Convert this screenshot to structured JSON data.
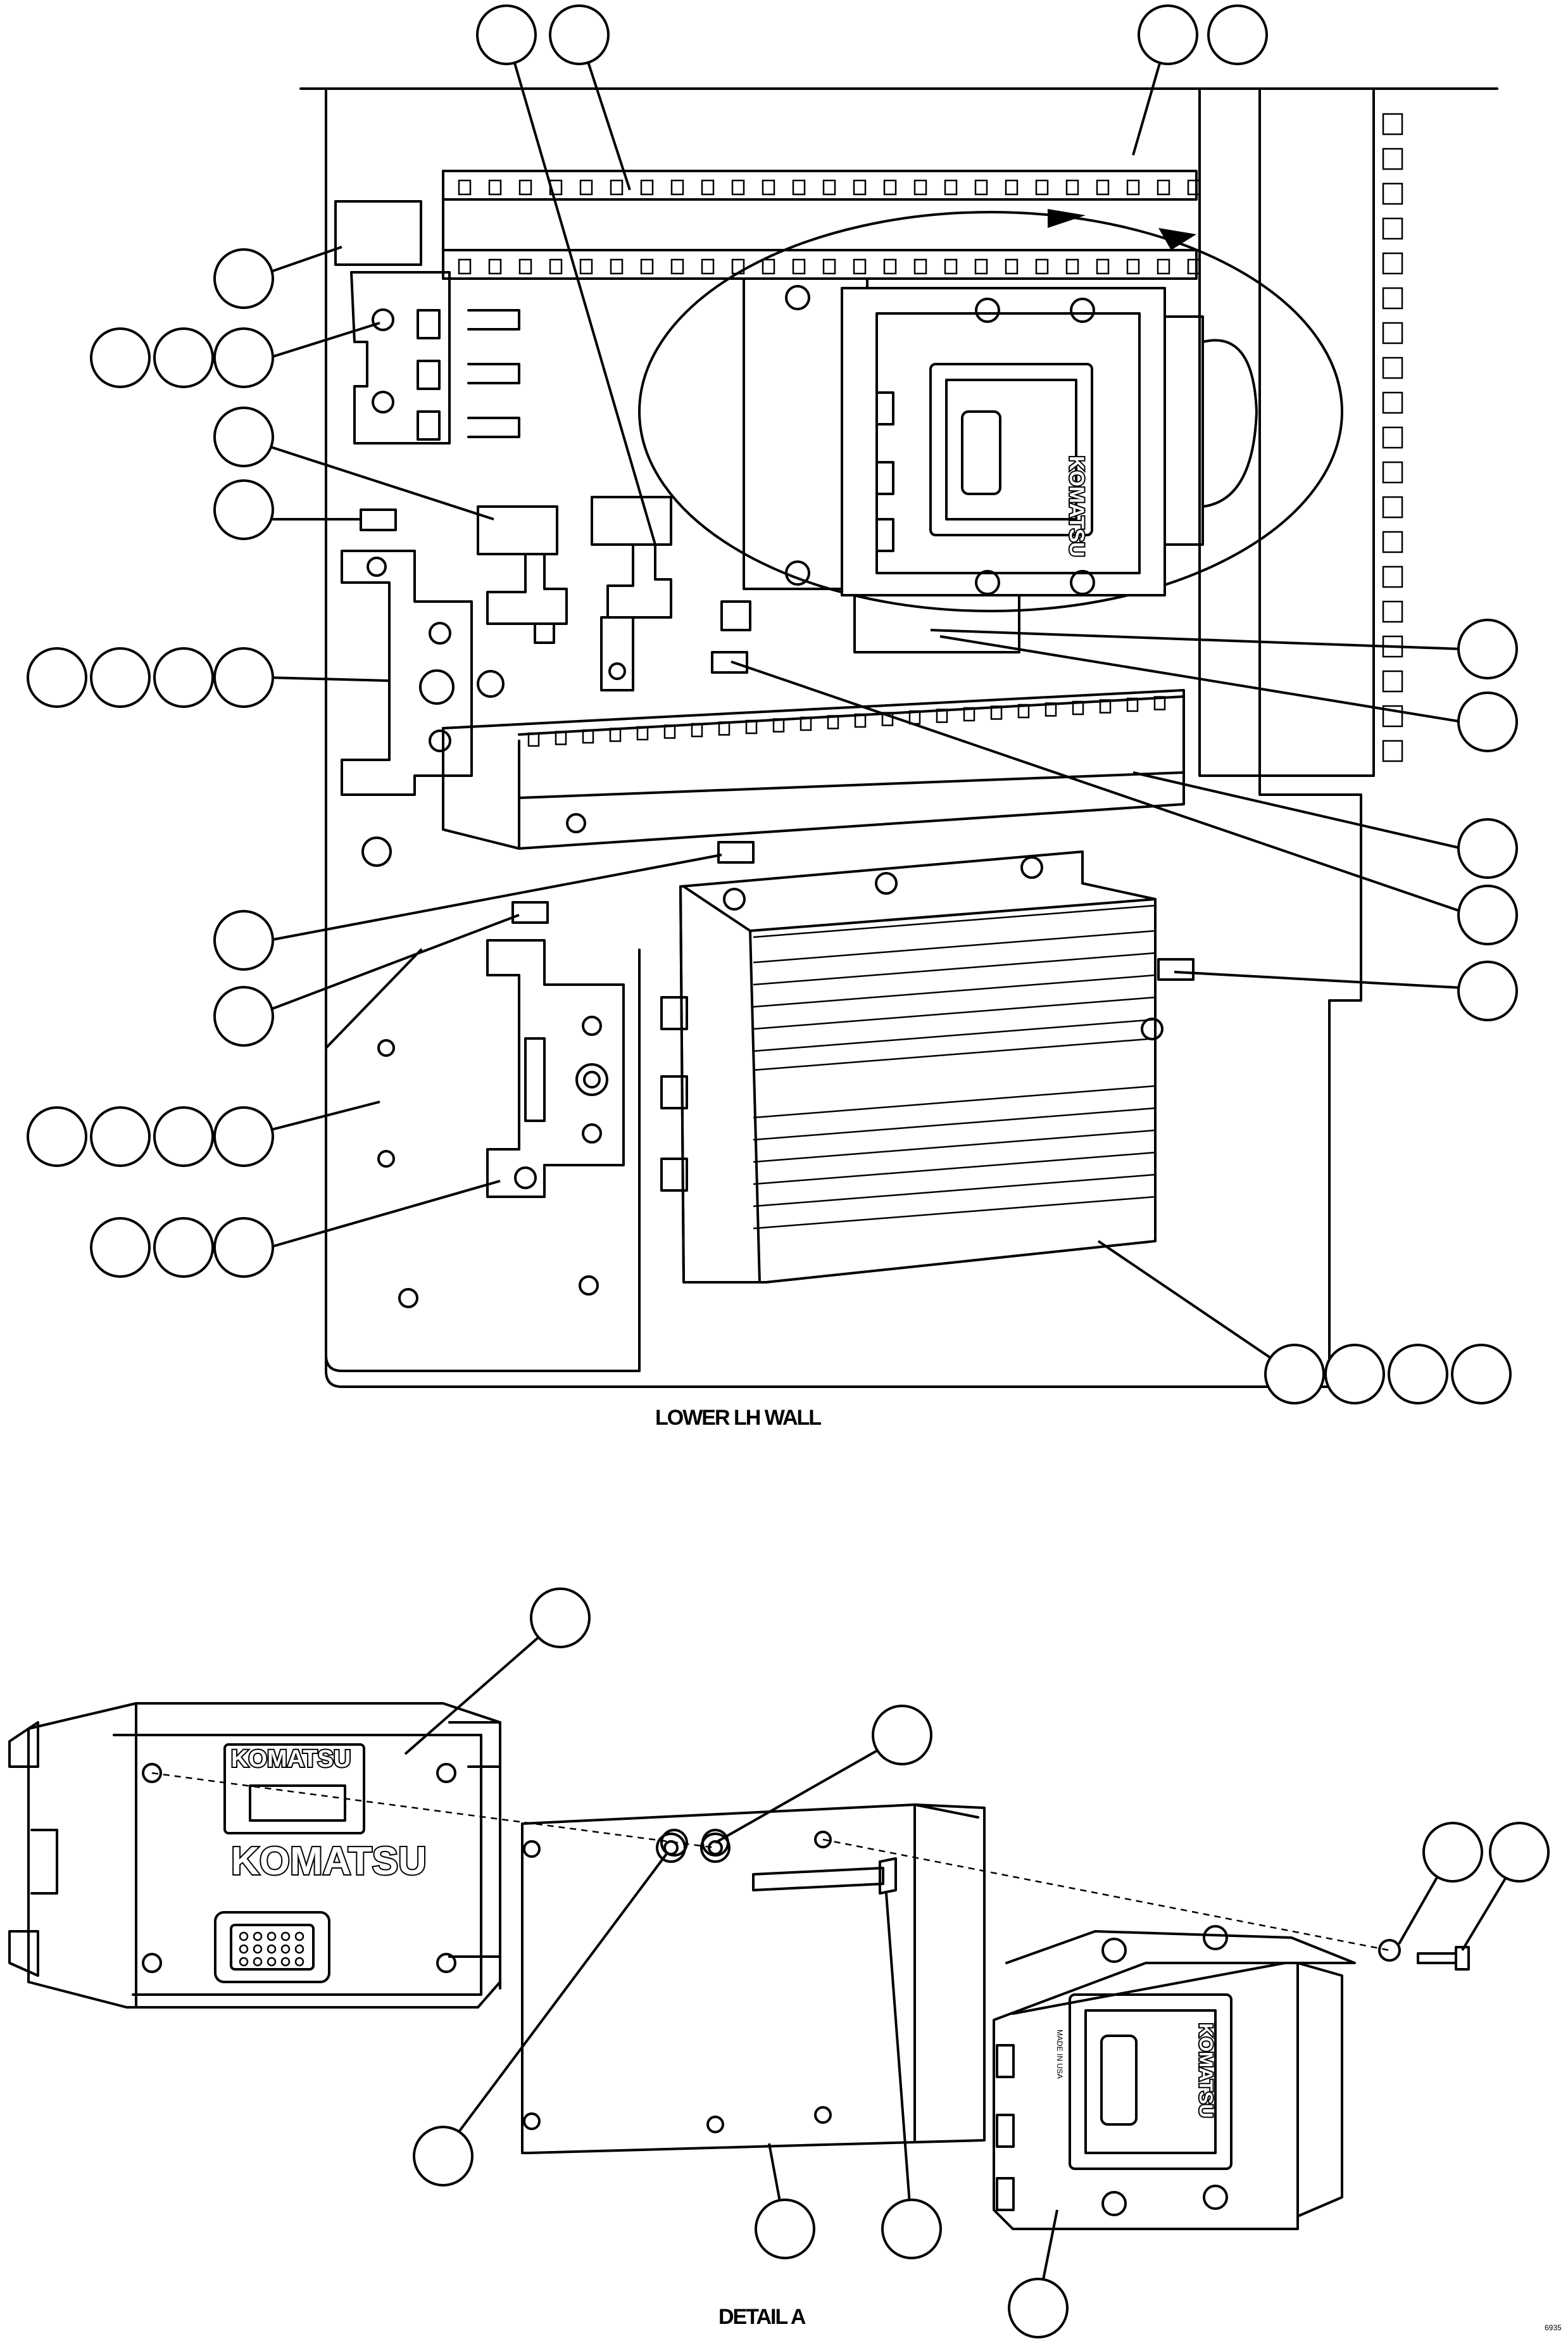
{
  "captions": {
    "upper_view": "LOWER LH WALL",
    "lower_view": "DETAIL A",
    "figure_code": "6935"
  },
  "module_branding": {
    "logo_text": "KOMATSU",
    "made_in": "MADE IN USA"
  }
}
